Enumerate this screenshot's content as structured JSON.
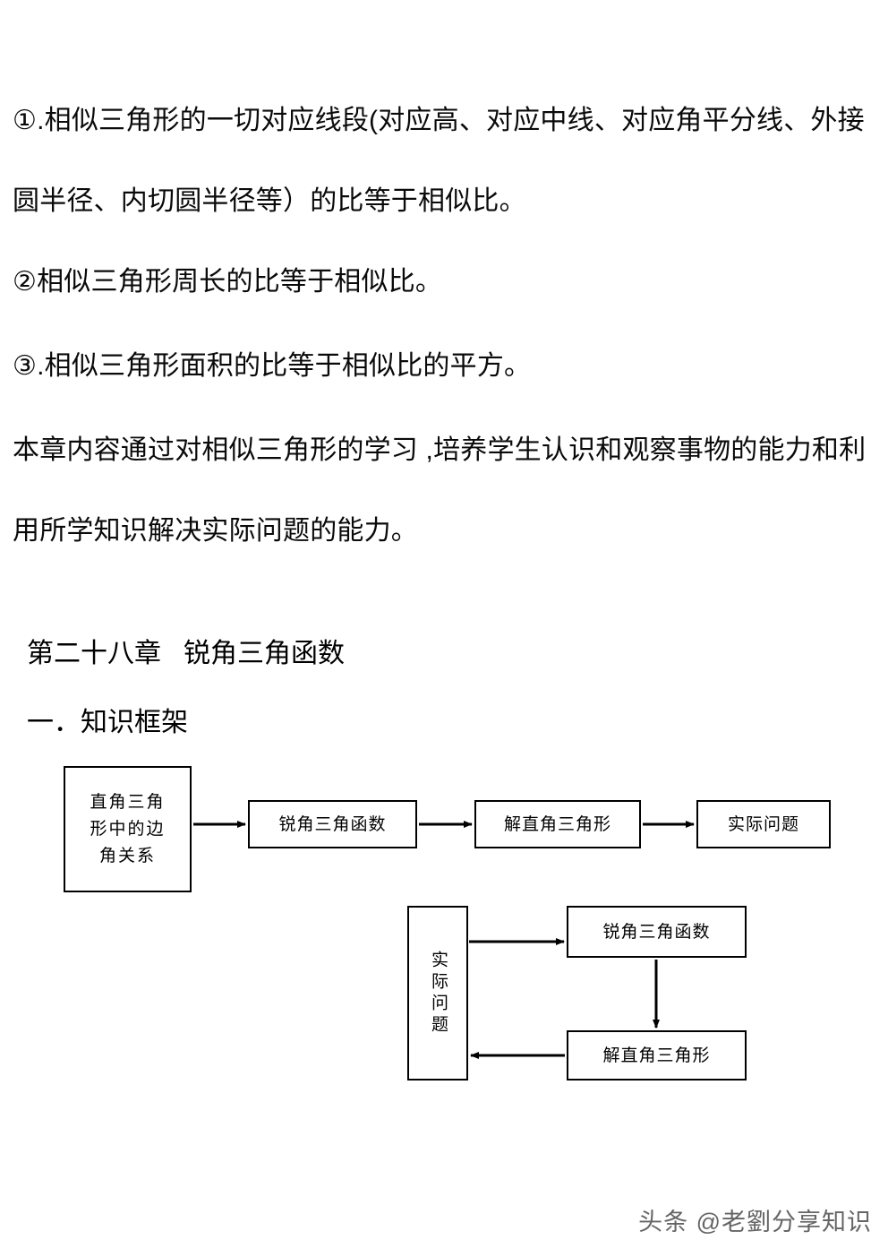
{
  "document": {
    "paragraphs": [
      "①.相似三角形的一切对应线段(对应高、对应中线、对应角平分线、外接圆半径、内切圆半径等）的比等于相似比。",
      "②相似三角形周长的比等于相似比。",
      "③.相似三角形面积的比等于相似比的平方。",
      "本章内容通过对相似三角形的学习 ,培养学生认识和观察事物的能力和利用所学知识解决实际问题的能力。"
    ],
    "chapter_title": "第二十八章   锐角三角函数",
    "section_title": "一．知识框架"
  },
  "diagram": {
    "top_flow": {
      "nodes": [
        {
          "id": "node-top-1",
          "label": "直角三角\n形中的边\n角关系"
        },
        {
          "id": "node-top-2",
          "label": "锐角三角函数"
        },
        {
          "id": "node-top-3",
          "label": "解直角三角形"
        },
        {
          "id": "node-top-4",
          "label": "实际问题"
        }
      ],
      "arrows": [
        "node-top-1→node-top-2",
        "node-top-2→node-top-3",
        "node-top-3→node-top-4"
      ]
    },
    "cycle_flow": {
      "nodes": [
        {
          "id": "node-bot-problem",
          "label": "实际问题"
        },
        {
          "id": "node-bot-1",
          "label": "锐角三角函数"
        },
        {
          "id": "node-bot-2",
          "label": "解直角三角形"
        }
      ],
      "arrows": [
        "node-bot-problem→node-bot-1",
        "node-bot-1→node-bot-2",
        "node-bot-2→node-bot-problem"
      ]
    }
  },
  "watermark": {
    "text": "头条 @老劉分享知识"
  },
  "colors": {
    "ink": "#000000",
    "paper": "#ffffff",
    "watermark": "#585858"
  }
}
